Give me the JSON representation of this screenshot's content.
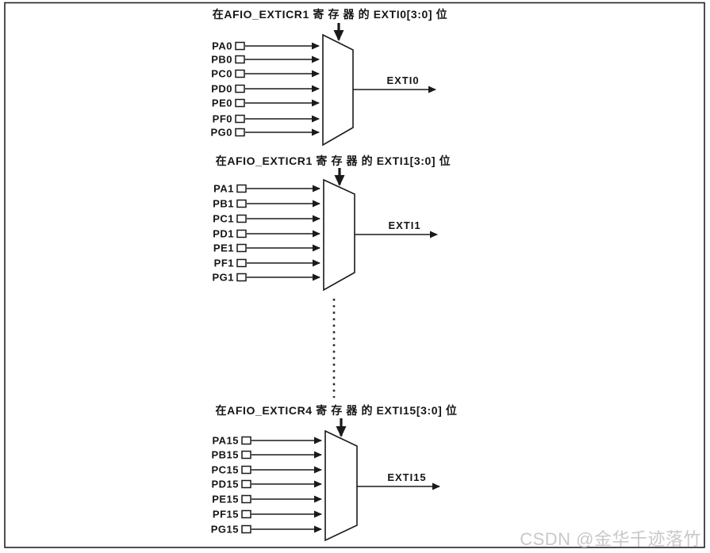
{
  "diagram": {
    "sections": [
      {
        "title": "在AFIO_EXTICR1 寄 存 器 的 EXTI0[3:0] 位",
        "inputs": [
          "PA0",
          "PB0",
          "PC0",
          "PD0",
          "PE0",
          "PF0",
          "PG0"
        ],
        "output": "EXTI0"
      },
      {
        "title": "在AFIO_EXTICR1 寄 存 器 的 EXTI1[3:0] 位",
        "inputs": [
          "PA1",
          "PB1",
          "PC1",
          "PD1",
          "PE1",
          "PF1",
          "PG1"
        ],
        "output": "EXTI1"
      },
      {
        "title": "在AFIO_EXTICR4 寄 存 器 的 EXTI15[3:0] 位",
        "inputs": [
          "PA15",
          "PB15",
          "PC15",
          "PD15",
          "PE15",
          "PF15",
          "PG15"
        ],
        "output": "EXTI15"
      }
    ],
    "colors": {
      "line": "#1a1a1a",
      "watermark": "#c8c8c8"
    }
  },
  "watermark": {
    "text": "CSDN @金华千迹落竹"
  }
}
